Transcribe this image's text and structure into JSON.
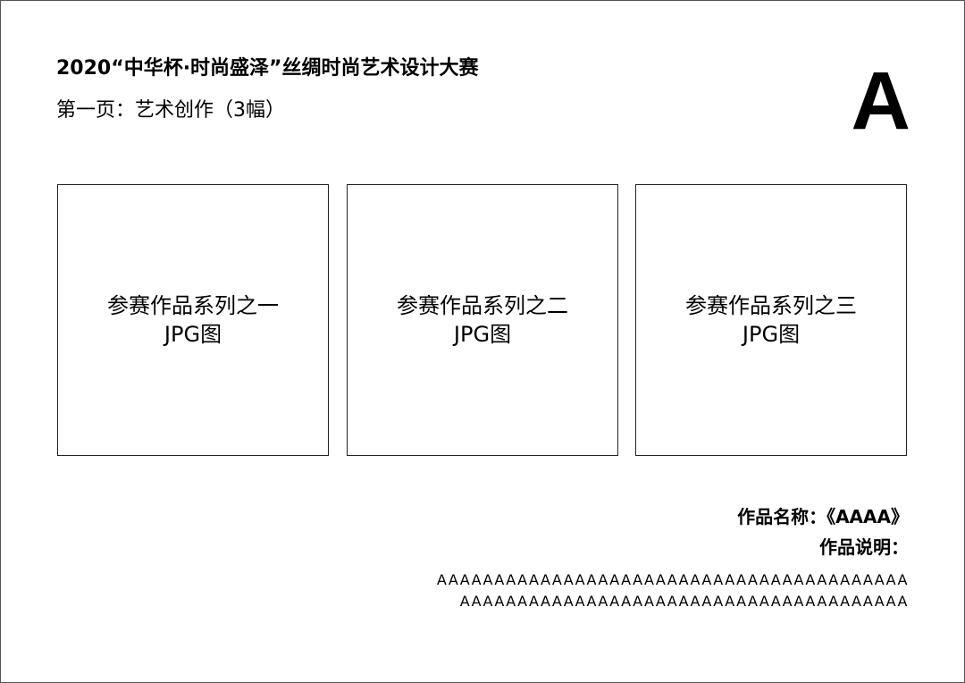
{
  "header": {
    "title": "2020“中华杯·时尚盛泽”丝绸时尚艺术设计大赛",
    "subtitle": "第一页：艺术创作（3幅）",
    "page_letter": "A"
  },
  "panels": [
    {
      "line1": "参赛作品系列之一",
      "line2": "JPG图"
    },
    {
      "line1": "参赛作品系列之二",
      "line2": "JPG图"
    },
    {
      "line1": "参赛作品系列之三",
      "line2": "JPG图"
    }
  ],
  "info": {
    "work_name": "作品名称：《AAAA》",
    "work_description_label": "作品说明：",
    "description_lines": [
      "AAAAAAAAAAAAAAAAAAAAAAAAAAAAAAAAAAAAAAAAA",
      "AAAAAAAAAAAAAAAAAAAAAAAAAAAAAAAAAAAAAAA"
    ]
  }
}
